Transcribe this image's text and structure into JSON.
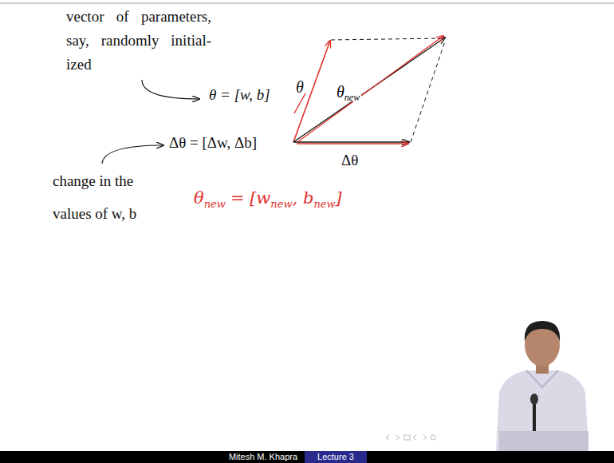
{
  "diagram": {
    "labels": [
      "vector of parameters, say, randomly initial- ized",
      "θ = [w, b]",
      "θ",
      "θ",
      "new",
      "Δθ = [Δw, Δb]",
      "Δθ",
      "change in the values of w, b",
      "θ",
      "new",
      "= [w",
      "new",
      ", b",
      "new",
      "]",
      "Mitesh M. Khapra",
      "Lecture 3"
    ]
  }
}
